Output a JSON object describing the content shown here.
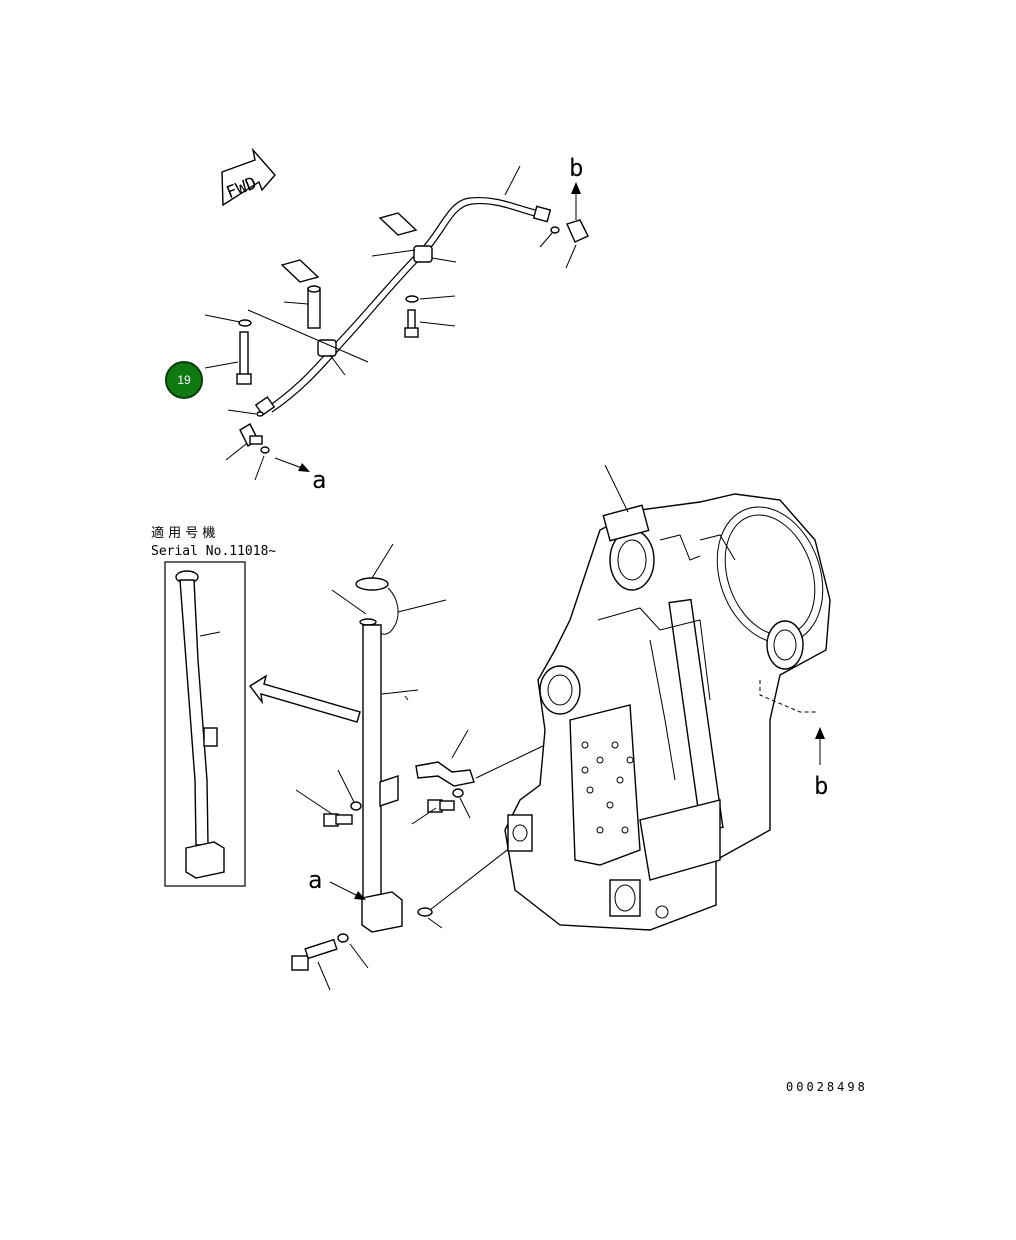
{
  "fwd_label": "FWD",
  "ref_labels": {
    "a_top": "a",
    "b_top": "b",
    "a_bottom": "a",
    "b_right": "b"
  },
  "inset": {
    "title_jp": "適 用 号 機",
    "serial": "Serial No.11018~"
  },
  "callout": {
    "label": "19",
    "color": "#0f7a12"
  },
  "drawing_number": "00028498"
}
